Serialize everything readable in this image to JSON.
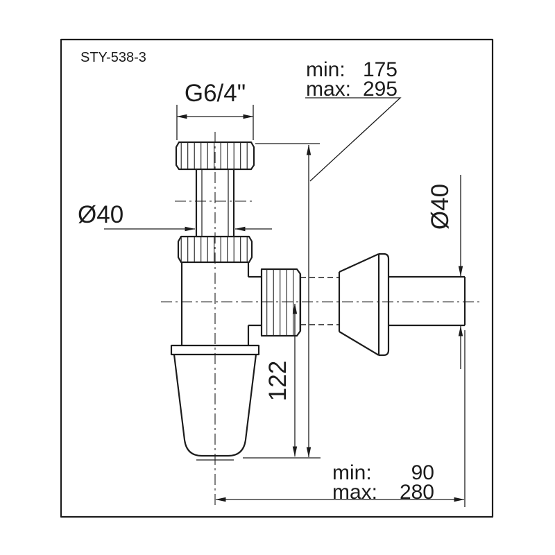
{
  "drawing": {
    "model": "STY-538-3",
    "labels": {
      "thread": "G6/4\"",
      "inlet_diameter": "Ø40",
      "outlet_diameter": "Ø40",
      "trap_depth": "122"
    },
    "dimensions": {
      "height": {
        "min_label": "min:",
        "min_value": "175",
        "max_label": "max:",
        "max_value": "295"
      },
      "reach": {
        "min_label": "min:",
        "min_value": "90",
        "max_label": "max:",
        "max_value": "280"
      }
    },
    "colors": {
      "line": "#1c1c1c",
      "background": "#ffffff"
    }
  }
}
